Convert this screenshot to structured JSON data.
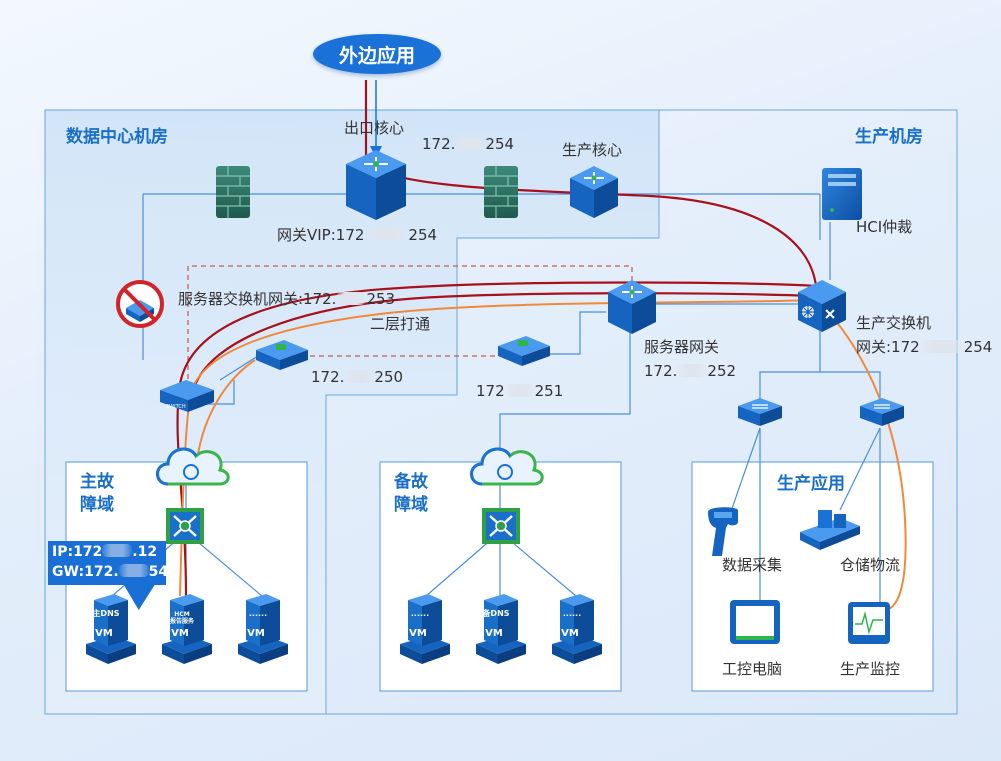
{
  "external_app": "外边应用",
  "zones": {
    "datacenter": {
      "title": "数据中心机房"
    },
    "production": {
      "title": "生产机房"
    },
    "primary_domain": {
      "title_line1": "主故",
      "title_line2": "障域"
    },
    "backup_domain": {
      "title_line1": "备故",
      "title_line2": "障域"
    },
    "production_apps": {
      "title": "生产应用"
    }
  },
  "labels": {
    "exit_core": "出口核心",
    "exit_ip_prefix": "172.",
    "exit_ip_suffix": "254",
    "prod_core": "生产核心",
    "gateway_vip_prefix": "网关VIP:172",
    "gateway_vip_suffix": "254",
    "hci_arbiter": "HCI仲裁",
    "server_switch_gw_prefix": "服务器交换机网关:172.",
    "server_switch_gw_suffix": "253",
    "layer2": "二层打通",
    "prod_switch": "生产交换机",
    "prod_switch_gw_prefix": "网关:172",
    "prod_switch_gw_suffix": "254",
    "server_gw": "服务器网关",
    "server_gw_ip_prefix": "172.",
    "server_gw_ip_suffix": "252",
    "ip250_prefix": "172.",
    "ip250_suffix": "250",
    "ip251_prefix": "172",
    "ip251_suffix": "251"
  },
  "callout": {
    "ip_prefix": "IP:172",
    "ip_suffix": ".12",
    "gw_prefix": "GW:172.",
    "gw_suffix": "54"
  },
  "vms": {
    "primary": [
      "主DNS",
      "HCM\n报告服务",
      "......"
    ],
    "backup": [
      "......",
      "备DNS",
      "......"
    ],
    "vm_label": "VM",
    "switch_label": "SWITCH"
  },
  "apps": {
    "data_collect": "数据采集",
    "warehouse": "仓储物流",
    "ipc": "工控电脑",
    "monitor": "生产监控"
  },
  "colors": {
    "accent": "#1a6fc9",
    "red_link": "#a8101c",
    "orange_link": "#f08a3a",
    "device_blue": "#1565c0"
  }
}
